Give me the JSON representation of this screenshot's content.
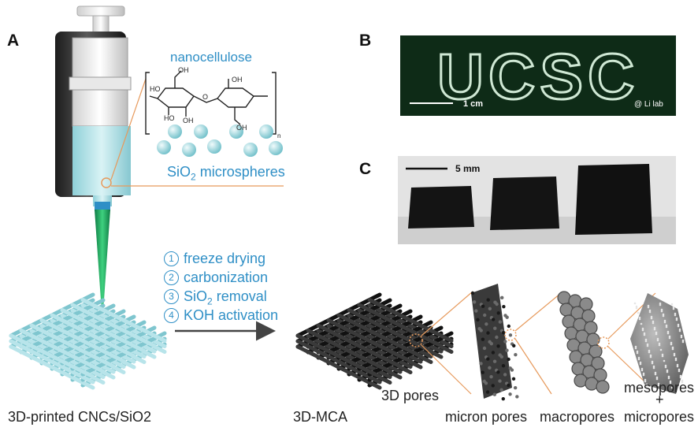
{
  "panels": {
    "a": "A",
    "b": "B",
    "c": "C"
  },
  "chemistry": {
    "nanocellulose": "nanocellulose",
    "oh": "OH",
    "ho": "HO",
    "o": "O",
    "n": "n",
    "microspheres_prefix": "SiO",
    "microspheres_sub": "2",
    "microspheres_suffix": " microspheres"
  },
  "steps": [
    {
      "num": "1",
      "text": "freeze drying"
    },
    {
      "num": "2",
      "text": "carbonization"
    },
    {
      "num": "3",
      "prefix": "SiO",
      "sub": "2",
      "suffix": " removal"
    },
    {
      "num": "4",
      "text": "KOH activation"
    }
  ],
  "photo_b": {
    "logo_text": "UCSC",
    "scale": "1 cm",
    "credit": "@ Li lab"
  },
  "photo_c": {
    "scale": "5 mm"
  },
  "captions": {
    "printed": "3D-printed CNCs/SiO2",
    "mca": "3D-MCA",
    "pores_3d": "3D pores",
    "micron": "micron pores",
    "macro": "macropores",
    "meso": "mesopores",
    "plus": "+",
    "micro": "micropores"
  },
  "colors": {
    "accent_blue": "#2f8fc6",
    "print_green": "#1fa060",
    "lattice_blue": "#b8e4ea",
    "leader_orange": "#e79a5c"
  }
}
